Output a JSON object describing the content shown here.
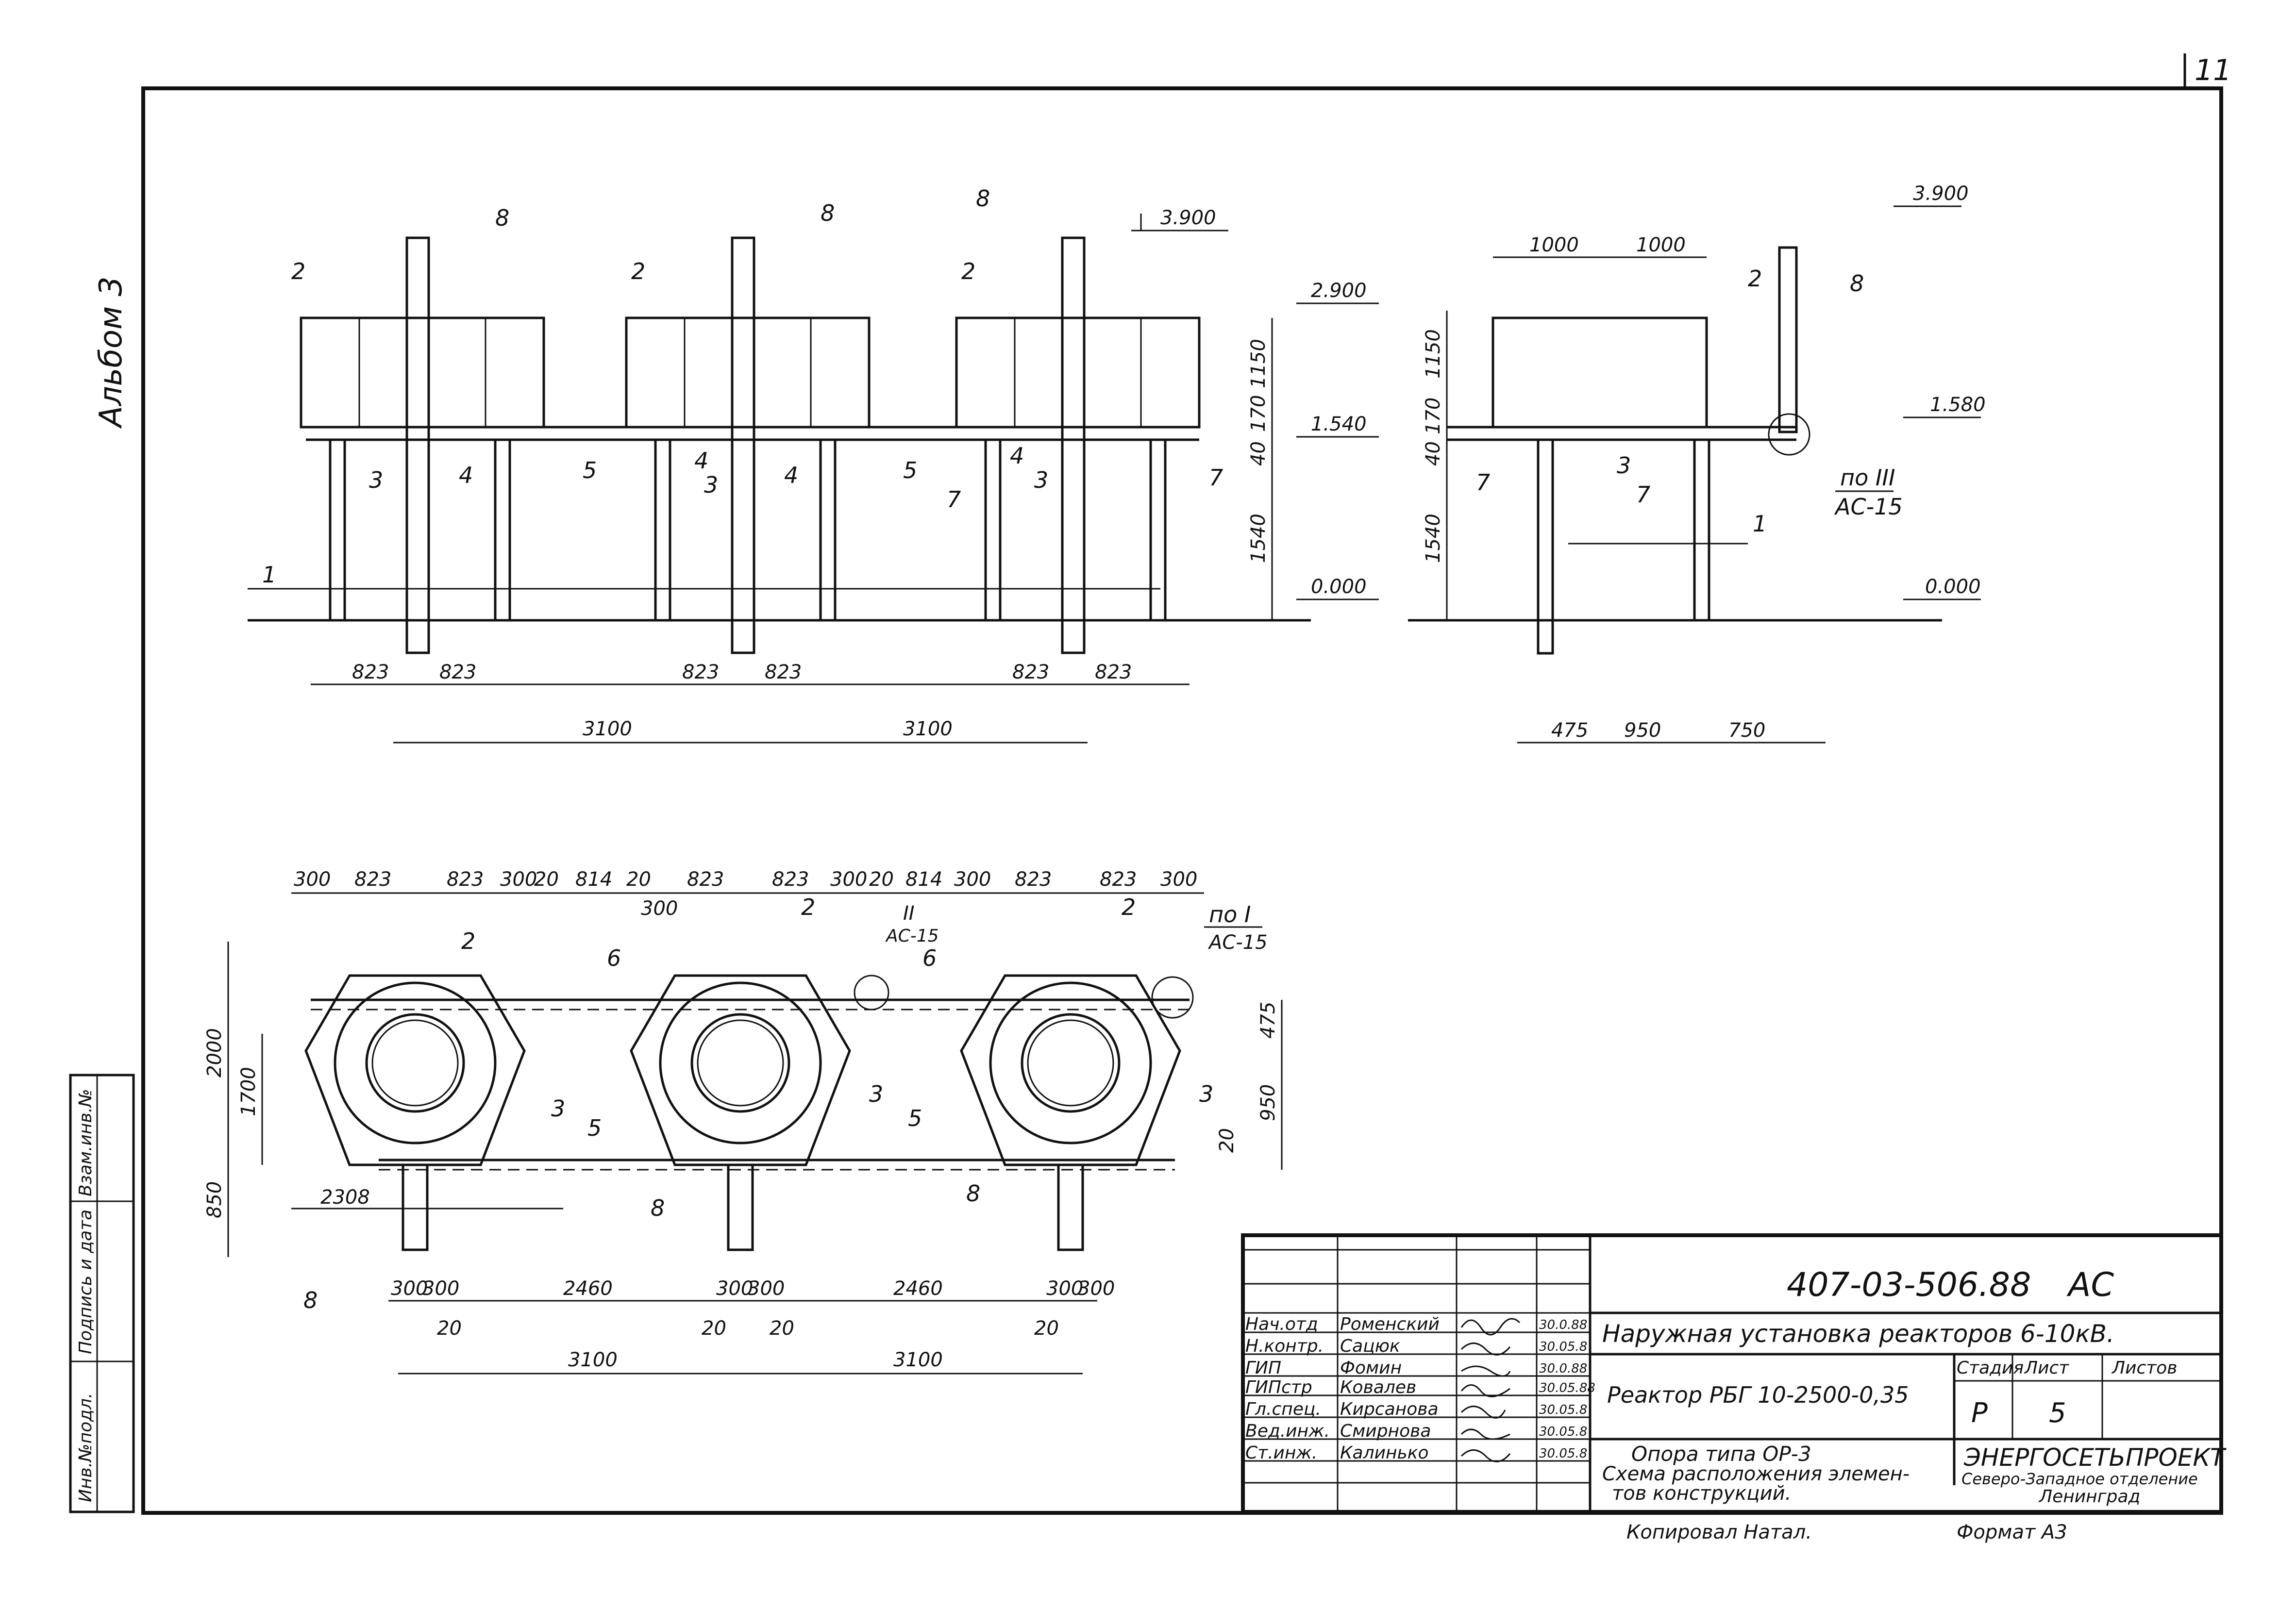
{
  "sheet_number": "11",
  "album_label": "Альбом 3",
  "elevation": {
    "levels": [
      "3.900",
      "2.900",
      "1.540",
      "0.000"
    ],
    "height_dims": [
      "1150",
      "170",
      "40",
      "1540"
    ],
    "spacing_dims": [
      "823",
      "3100"
    ],
    "item_labels": [
      "1",
      "2",
      "3",
      "4",
      "5",
      "7",
      "8"
    ]
  },
  "side_view": {
    "levels": [
      "3.900",
      "1.580",
      "0.000"
    ],
    "top_dims": [
      "1000",
      "1000"
    ],
    "height_dims": [
      "1150",
      "170",
      "40",
      "1540"
    ],
    "bottom_dims": [
      "475",
      "950",
      "750"
    ],
    "callout": "по III",
    "callout_ref": "АС-15"
  },
  "plan": {
    "top_dims": [
      "300",
      "823",
      "823",
      "300",
      "20",
      "814",
      "20",
      "300",
      "823",
      "823",
      "300",
      "20",
      "814",
      "300",
      "823",
      "823",
      "300"
    ],
    "left_dims": [
      "2000",
      "1700",
      "850"
    ],
    "right_dims": [
      "475",
      "950",
      "20"
    ],
    "bottom_dims": [
      "300",
      "300",
      "2460",
      "300",
      "300",
      "2460",
      "300",
      "300"
    ],
    "bottom_small": [
      "20",
      "20",
      "20",
      "20"
    ],
    "bottom_total": [
      "3100",
      "3100"
    ],
    "offset_dim": "2308",
    "small_20": "20",
    "callout_1": "по I",
    "callout_1_ref": "АС-15",
    "callout_2": "II",
    "callout_2_ref": "АС-15",
    "item_labels": [
      "2",
      "3",
      "5",
      "6",
      "8"
    ]
  },
  "left_stamp": [
    "Инв.№подл.",
    "Подпись и дата",
    "Взам.инв.№"
  ],
  "title_block": {
    "code": "407-03-506.88",
    "mark": "АС",
    "project_title": "Наружная установка реакторов 6-10кВ.",
    "object_title": "Реактор РБГ 10-2500-0,35",
    "sheet_title_1": "Опора типа ОР-3",
    "sheet_title_2": "Схема расположения элемен-",
    "sheet_title_3": "тов конструкций.",
    "stage_header": "Стадия",
    "sheet_header": "Лист",
    "sheets_header": "Листов",
    "stage": "Р",
    "sheet": "5",
    "org": "ЭНЕРГОСЕТЬПРОЕКТ",
    "org_branch": "Северо-Западное отделение",
    "org_city": "Ленинград",
    "copied_by": "Копировал Натал.",
    "format": "Формат А3",
    "signers": [
      {
        "role": "Нач.отд",
        "name": "Роменский",
        "date": "30.0.88"
      },
      {
        "role": "Н.контр.",
        "name": "Сацюк",
        "date": "30.05.8"
      },
      {
        "role": "ГИП",
        "name": "Фомин",
        "date": "30.0.88"
      },
      {
        "role": "ГИПстр",
        "name": "Ковалев",
        "date": "30.05.88"
      },
      {
        "role": "Гл.спец.",
        "name": "Кирсанова",
        "date": "30.05.8"
      },
      {
        "role": "Вед.инж.",
        "name": "Смирнова",
        "date": "30.05.8"
      },
      {
        "role": "Ст.инж.",
        "name": "Калинько",
        "date": "30.05.8"
      }
    ]
  }
}
